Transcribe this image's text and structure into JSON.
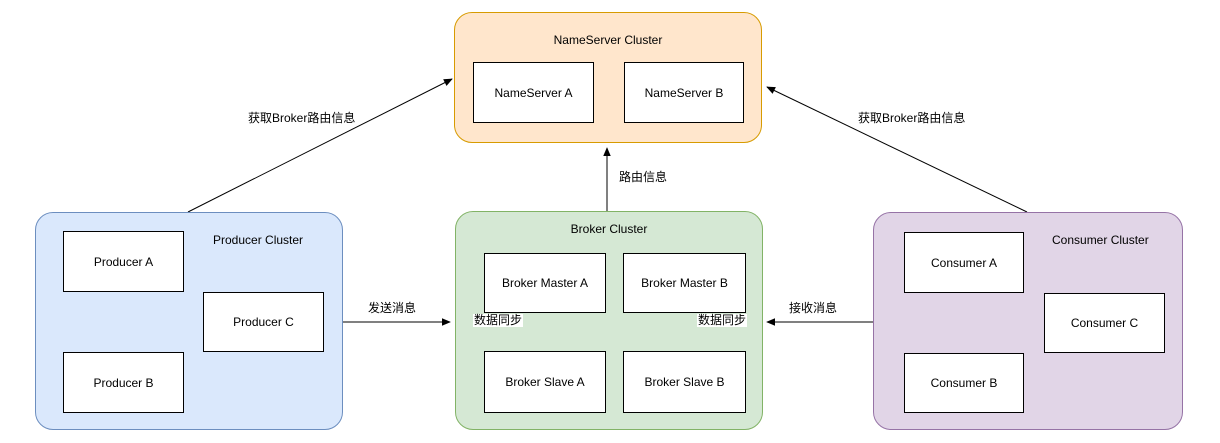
{
  "diagram": {
    "background": "#FFFFFF",
    "arrow_color": "#000000",
    "node_style": {
      "fill": "#FFFFFF",
      "stroke": "#000000"
    },
    "clusters": [
      {
        "id": "nameserver-cluster",
        "title": "NameServer Cluster",
        "fill": "#FFE6CC",
        "stroke": "#D79B00",
        "nodes": [
          {
            "label": "NameServer A"
          },
          {
            "label": "NameServer B"
          }
        ]
      },
      {
        "id": "producer-cluster",
        "title": "Producer Cluster",
        "fill": "#DAE8FC",
        "stroke": "#6C8EBF",
        "nodes": [
          {
            "label": "Producer A"
          },
          {
            "label": "Producer C"
          },
          {
            "label": "Producer B"
          }
        ]
      },
      {
        "id": "broker-cluster",
        "title": "Broker Cluster",
        "fill": "#D5E8D4",
        "stroke": "#82B366",
        "nodes": [
          {
            "label": "Broker Master A"
          },
          {
            "label": "Broker Master B"
          },
          {
            "label": "Broker Slave A"
          },
          {
            "label": "Broker Slave B"
          }
        ]
      },
      {
        "id": "consumer-cluster",
        "title": "Consumer Cluster",
        "fill": "#E1D5E7",
        "stroke": "#9673A6",
        "nodes": [
          {
            "label": "Consumer A"
          },
          {
            "label": "Consumer C"
          },
          {
            "label": "Consumer B"
          }
        ]
      }
    ],
    "edges": [
      {
        "from": "producer-cluster",
        "to": "nameserver-cluster",
        "label": "获取Broker路由信息"
      },
      {
        "from": "consumer-cluster",
        "to": "nameserver-cluster",
        "label": "获取Broker路由信息"
      },
      {
        "from": "broker-cluster",
        "to": "nameserver-cluster",
        "label": "路由信息"
      },
      {
        "from": "producer-cluster",
        "to": "broker-cluster",
        "label": "发送消息"
      },
      {
        "from": "consumer-cluster",
        "to": "broker-cluster",
        "label": "接收消息"
      },
      {
        "from": "broker-master-a",
        "to": "broker-slave-a",
        "label": "数据同步"
      },
      {
        "from": "broker-master-b",
        "to": "broker-slave-b",
        "label": "数据同步"
      }
    ]
  }
}
